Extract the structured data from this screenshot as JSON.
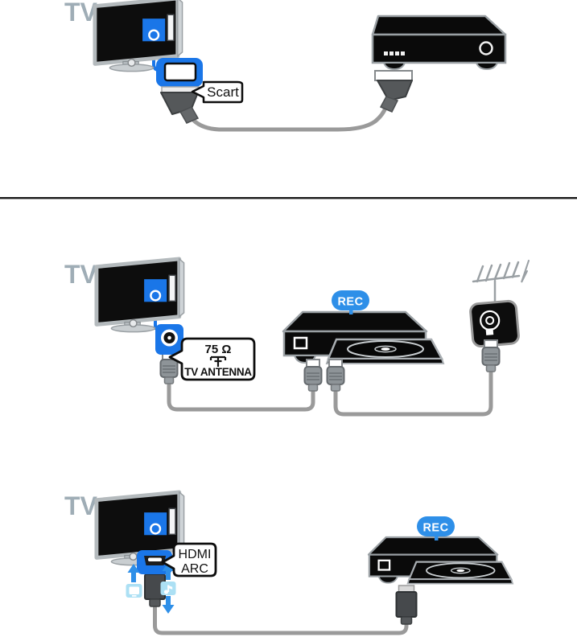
{
  "document": {
    "type": "tv-connection-diagram",
    "panels_count": 3
  },
  "colors": {
    "highlight_blue": "#1a76e8",
    "badge_blue": "#2e8fe8",
    "arrow_blue": "#2e8fe8",
    "icon_light_blue": "#ace0f4",
    "cable_gray": "#9a9a9a",
    "device_black": "#0a0a0a",
    "tv_label_gray": "#9fadb6",
    "background": "#ffffff"
  },
  "sections": [
    {
      "name": "scart-connection",
      "tv_label": "TV",
      "callout": {
        "label": "Scart"
      },
      "devices": [
        "tv",
        "set-top-box"
      ]
    },
    {
      "name": "antenna-recorder-connection",
      "tv_label": "TV",
      "callout": {
        "impedance": "75 Ω",
        "symbol": "antenna-symbol-icon",
        "label": "TV ANTENNA"
      },
      "recorder_badge": "REC",
      "devices": [
        "tv",
        "disc-recorder",
        "wall-antenna"
      ]
    },
    {
      "name": "hdmi-arc-connection",
      "tv_label": "TV",
      "callout": {
        "line1": "HDMI",
        "line2": "ARC"
      },
      "recorder_badge": "REC",
      "signal_icons": [
        "video-icon",
        "music-note-icon"
      ],
      "devices": [
        "tv",
        "disc-recorder"
      ]
    }
  ]
}
